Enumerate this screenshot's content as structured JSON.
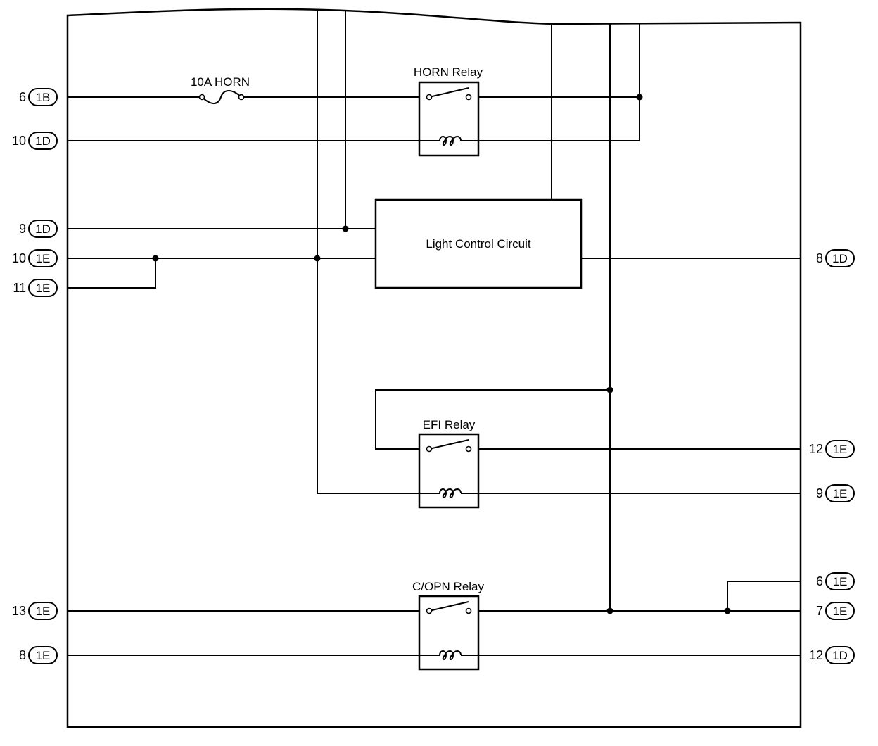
{
  "labels": {
    "fuse": "10A HORN",
    "horn_relay": "HORN Relay",
    "light_control": "Light Control Circuit",
    "efi_relay": "EFI Relay",
    "copn_relay": "C/OPN Relay"
  },
  "connectors": {
    "left": [
      {
        "pin": "6",
        "conn": "1B"
      },
      {
        "pin": "10",
        "conn": "1D"
      },
      {
        "pin": "9",
        "conn": "1D"
      },
      {
        "pin": "10",
        "conn": "1E"
      },
      {
        "pin": "11",
        "conn": "1E"
      },
      {
        "pin": "13",
        "conn": "1E"
      },
      {
        "pin": "8",
        "conn": "1E"
      }
    ],
    "right": [
      {
        "pin": "8",
        "conn": "1D"
      },
      {
        "pin": "12",
        "conn": "1E"
      },
      {
        "pin": "9",
        "conn": "1E"
      },
      {
        "pin": "6",
        "conn": "1E"
      },
      {
        "pin": "7",
        "conn": "1E"
      },
      {
        "pin": "12",
        "conn": "1D"
      }
    ]
  }
}
